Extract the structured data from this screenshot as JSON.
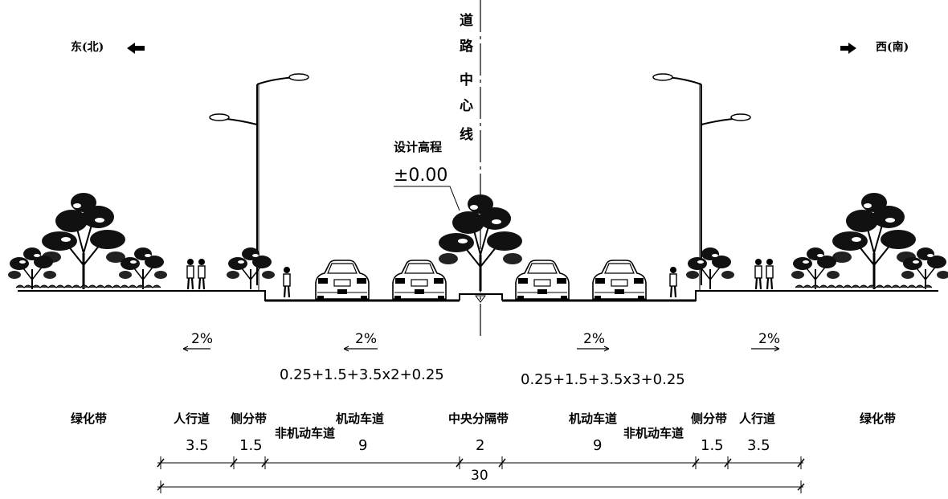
{
  "directions": {
    "left": "东(北)",
    "right": "西(南)"
  },
  "centerline_label": [
    "道",
    "路",
    "中",
    "心",
    "线"
  ],
  "design_elevation": {
    "label": "设计高程",
    "value": "±0.00"
  },
  "slopes": [
    "2%",
    "2%",
    "2%",
    "2%"
  ],
  "formulas": {
    "left": "0.25+1.5+3.5x2+0.25",
    "right": "0.25+1.5+3.5x3+0.25"
  },
  "zones": {
    "green_left": "绿化带",
    "green_right": "绿化带",
    "sidewalk_left": {
      "label": "人行道",
      "width": "3.5"
    },
    "side_divider_left": {
      "label": "侧分带",
      "width": "1.5"
    },
    "non_motor_left": {
      "label": "非机动车道"
    },
    "motor_left": {
      "label": "机动车道",
      "width": "9"
    },
    "median": {
      "label": "中央分隔带",
      "width": "2"
    },
    "motor_right": {
      "label": "机动车道",
      "width": "9"
    },
    "non_motor_right": {
      "label": "非机动车道"
    },
    "side_divider_right": {
      "label": "侧分带",
      "width": "1.5"
    },
    "sidewalk_right": {
      "label": "人行道",
      "width": "3.5"
    }
  },
  "total_width": "30"
}
